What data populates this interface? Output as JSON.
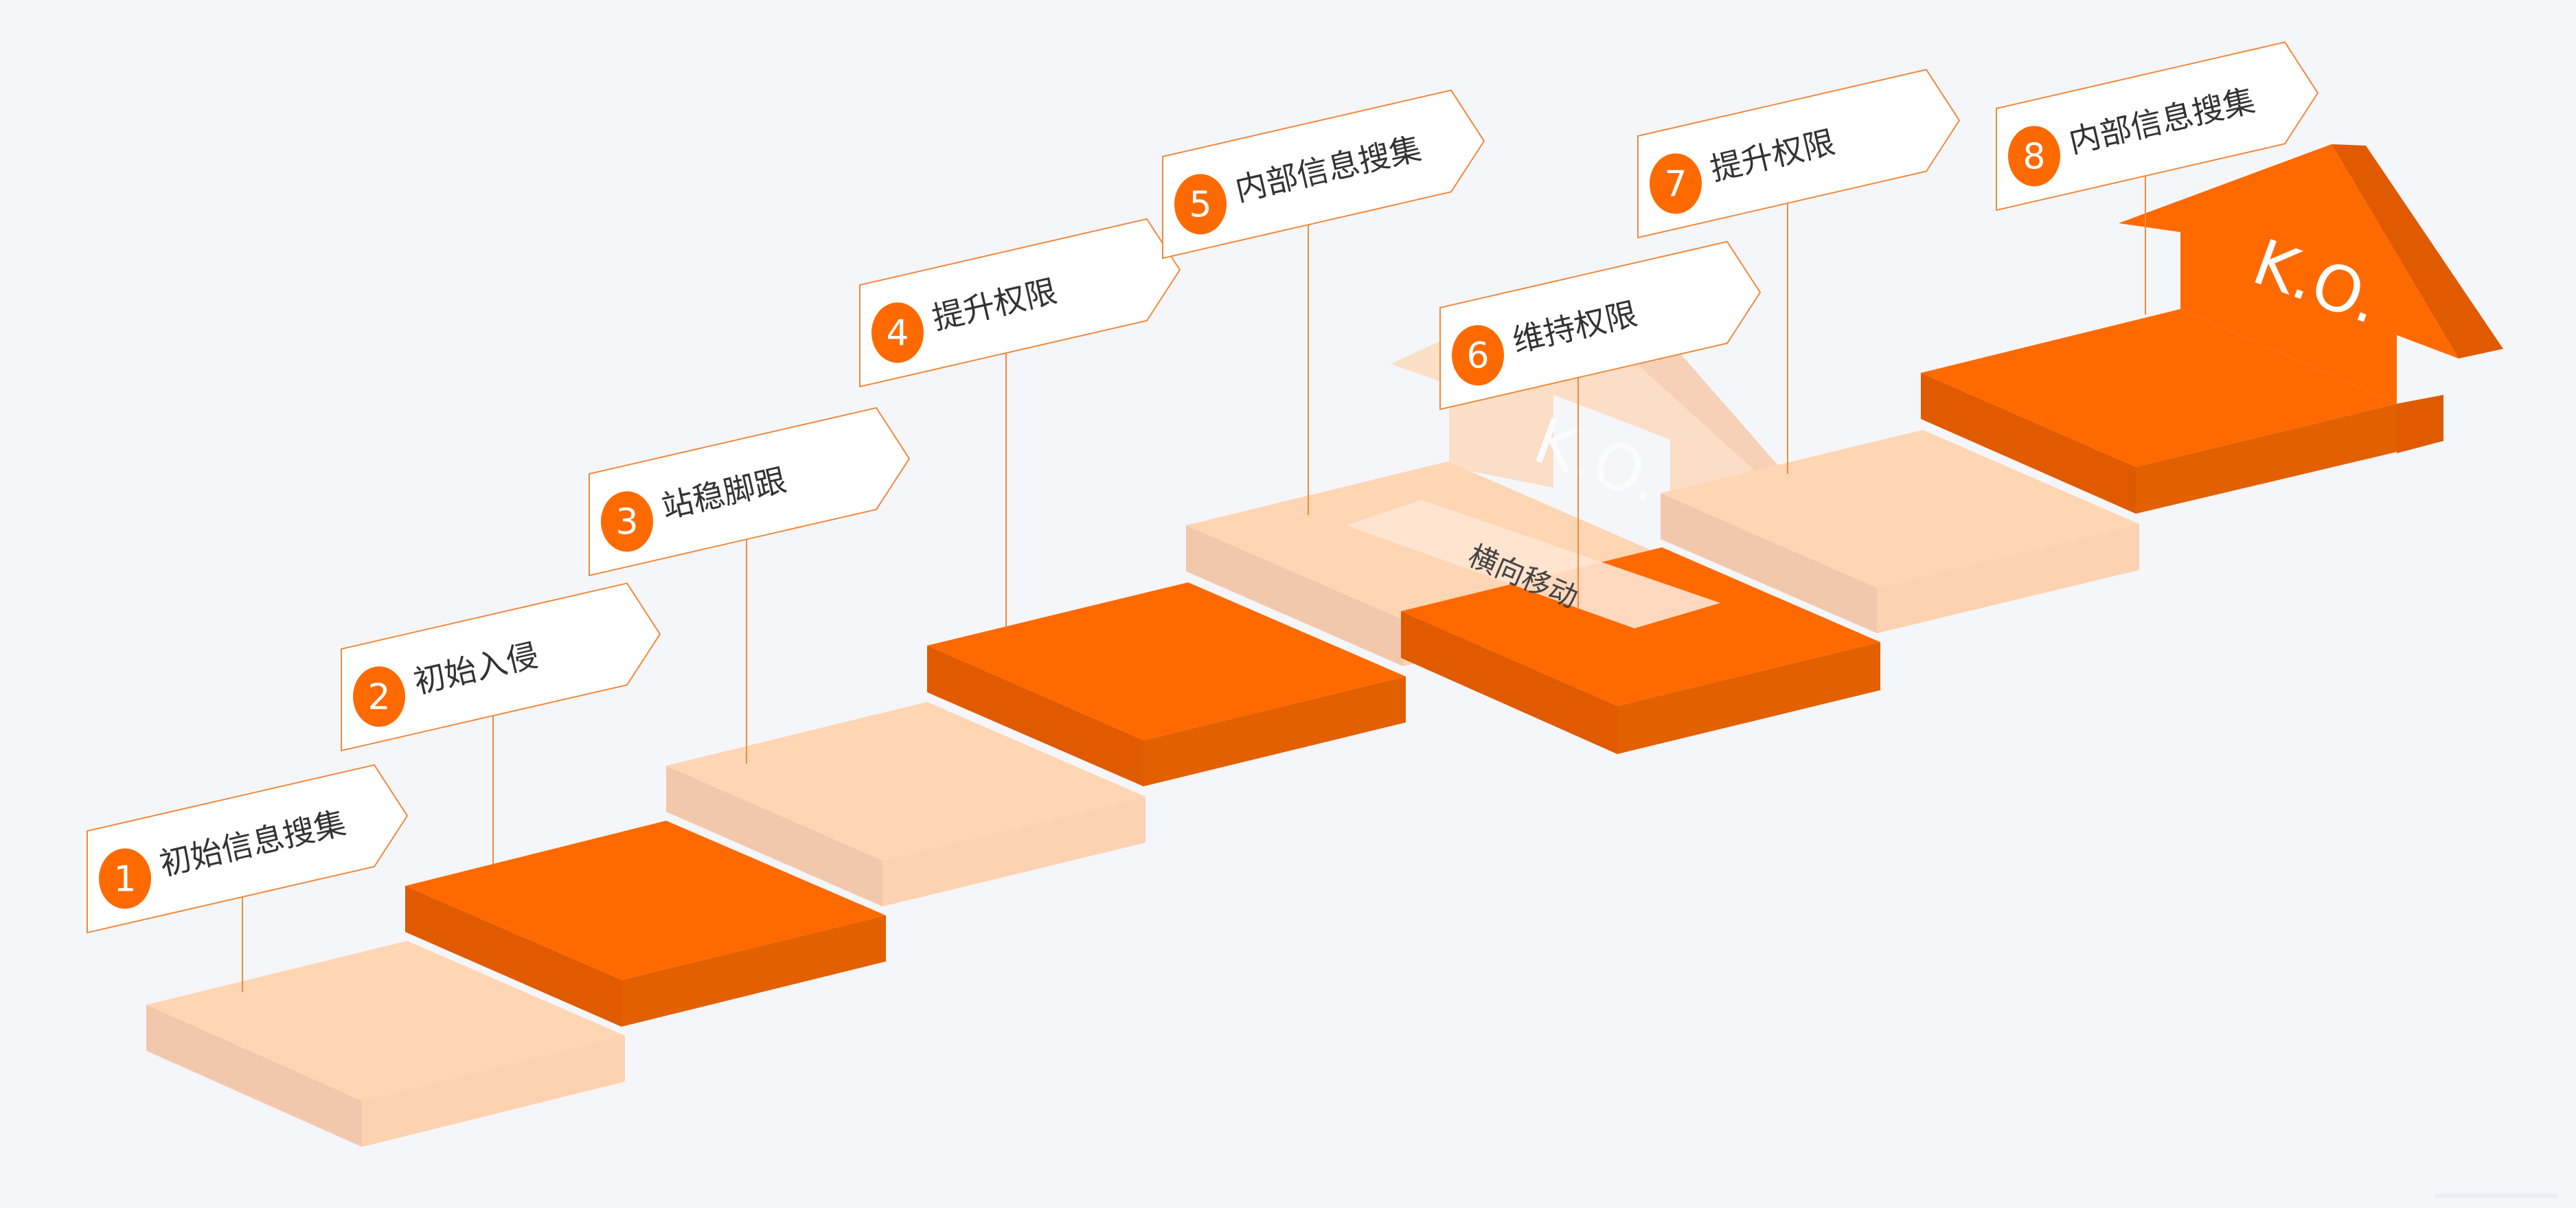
{
  "colors": {
    "background": "#f5f6fa",
    "orange_top": "#ff6a00",
    "orange_side": "#e05a00",
    "orange_front": "#e36000",
    "peach_top": "#ffd6b3",
    "peach_side": "#f2c8ad",
    "peach_front": "#fcd2b0",
    "flag_stroke": "#f08a3c",
    "flag_fill": "#ffffff",
    "badge": "#ff6a00",
    "label_text": "#333333"
  },
  "steps": [
    {
      "number": "1",
      "label": "初始信息搜集"
    },
    {
      "number": "2",
      "label": "初始入侵"
    },
    {
      "number": "3",
      "label": "站稳脚跟"
    },
    {
      "number": "4",
      "label": "提升权限"
    },
    {
      "number": "5",
      "label": "内部信息搜集"
    },
    {
      "number": "6",
      "label": "维持权限"
    },
    {
      "number": "7",
      "label": "提升权限"
    },
    {
      "number": "8",
      "label": "内部信息搜集"
    }
  ],
  "lateral_label": "横向移动",
  "ko_label": "K.O."
}
